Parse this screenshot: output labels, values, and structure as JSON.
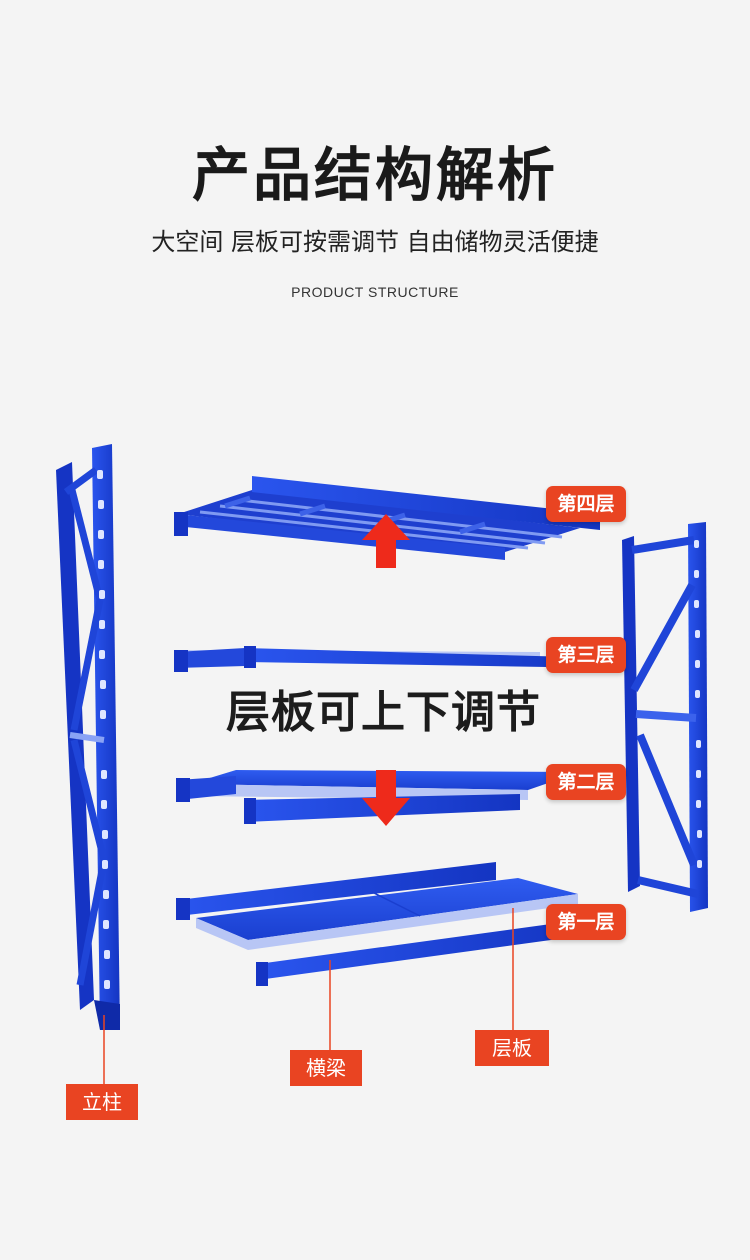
{
  "header": {
    "title": "产品结构解析",
    "subtitle": "大空间 层板可按需调节 自由储物灵活便捷",
    "subtitle_en": "PRODUCT STRUCTURE"
  },
  "overlay": {
    "adjust_text": "层板可上下调节"
  },
  "levels": [
    {
      "label": "第四层"
    },
    {
      "label": "第三层"
    },
    {
      "label": "第二层"
    },
    {
      "label": "第一层"
    }
  ],
  "parts": {
    "upright": "立柱",
    "beam": "横梁",
    "shelf_panel": "层板"
  },
  "colors": {
    "rack_blue": "#1f45d8",
    "rack_dark": "#0f2aa8",
    "label_red": "#e94422",
    "arrow_red": "#ee2a1b"
  },
  "icons": {
    "up": "arrow-up-icon",
    "down": "arrow-down-icon"
  }
}
